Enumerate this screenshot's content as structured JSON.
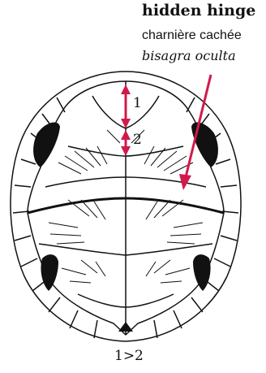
{
  "labels": {
    "title": "hidden hinge",
    "french": "charnière cachée",
    "spanish": "bisagra oculta",
    "scute_1": "1",
    "scute_2": "2",
    "relation": "1>2"
  },
  "colors": {
    "outline": "#111111",
    "arrow": "#d11a4a",
    "scute_fill": "#ffffff",
    "dark_marks": "#111111"
  }
}
